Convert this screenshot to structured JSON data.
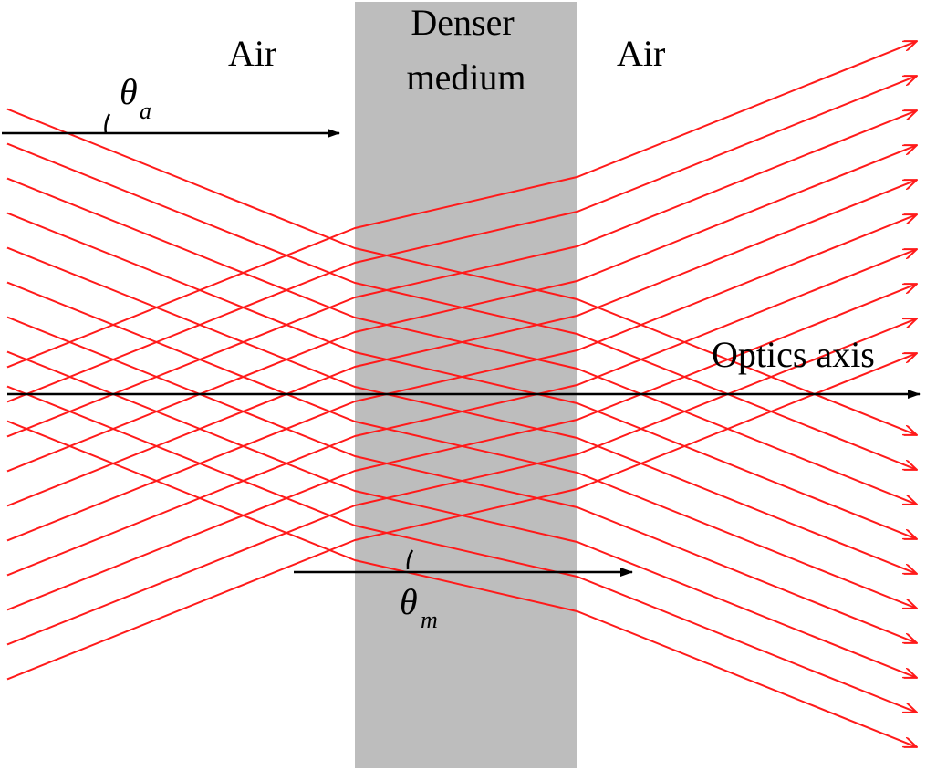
{
  "labels": {
    "air_left": "Air",
    "medium_line1": "Denser",
    "medium_line2": "medium",
    "air_right": "Air",
    "optics_axis": "Optics axis",
    "theta": "θ",
    "theta_a_sub": "a",
    "theta_m_sub": "m"
  },
  "colors": {
    "ray": "#ff1a1a",
    "medium_fill": "#bdbdbd",
    "axis": "#000000"
  }
}
